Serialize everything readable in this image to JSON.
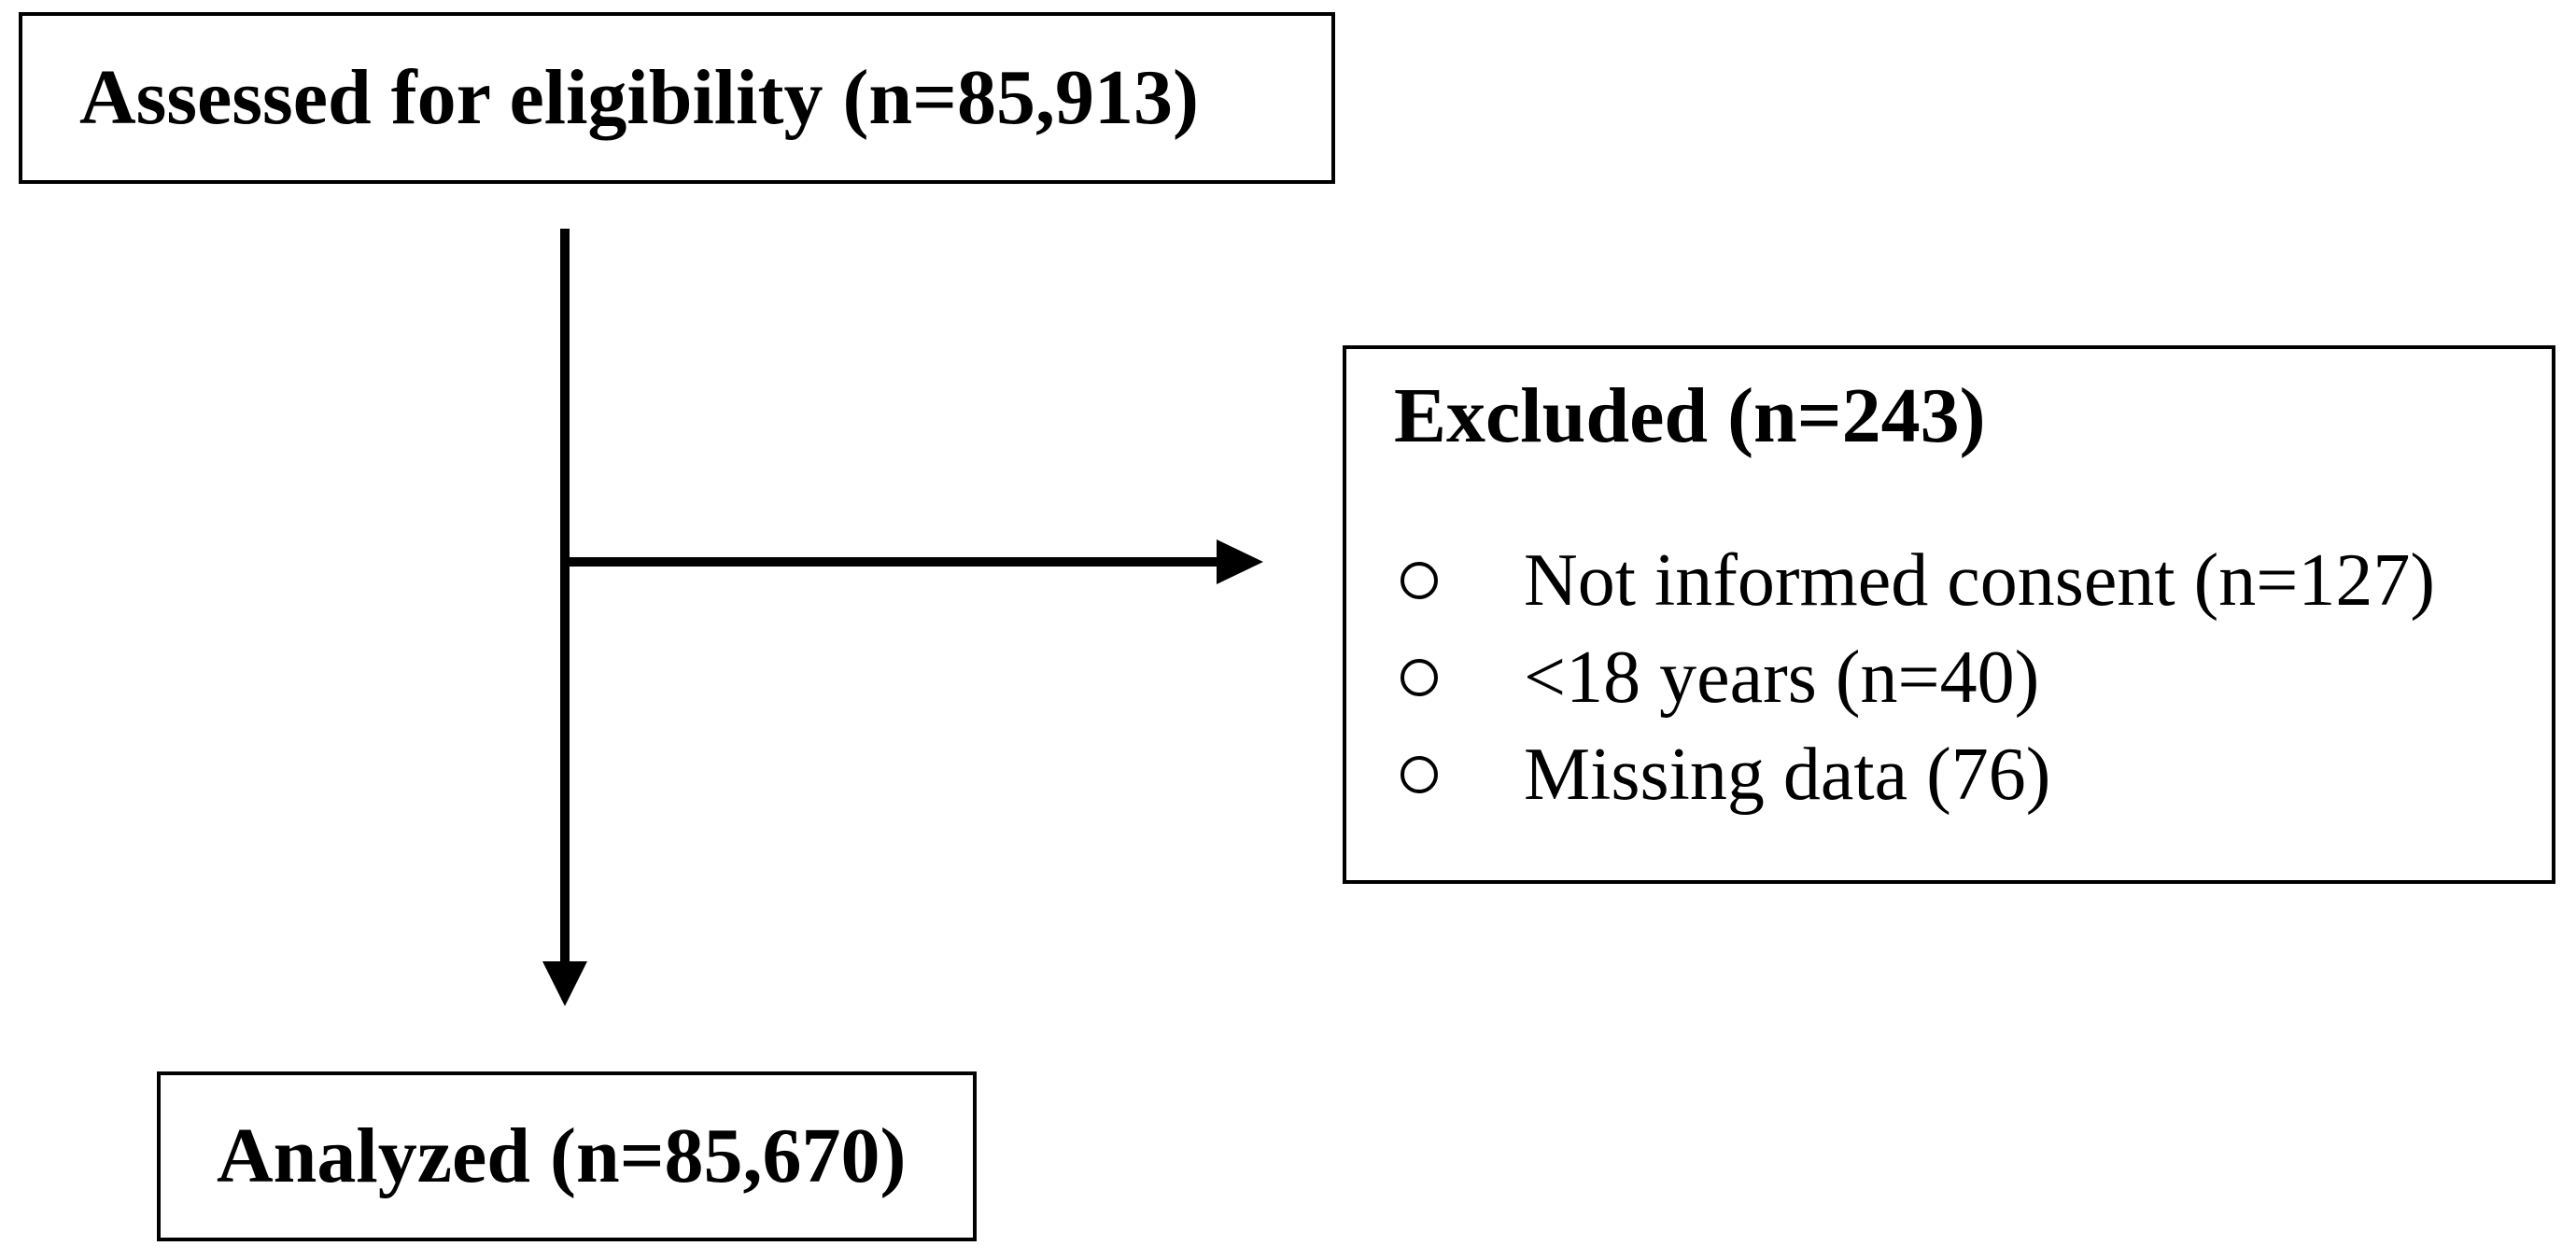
{
  "page": {
    "background_color": "#ffffff",
    "ink_color": "#000000"
  },
  "flowchart": {
    "assessed_box": {
      "label": "Assessed for eligibility (n=85,913)"
    },
    "excluded_box": {
      "title": "Excluded (n=243)",
      "items": [
        "Not informed consent (n=127)",
        "<18 years (n=40)",
        "Missing data (76)"
      ]
    },
    "analyzed_box": {
      "label": "Analyzed (n=85,670)"
    }
  }
}
